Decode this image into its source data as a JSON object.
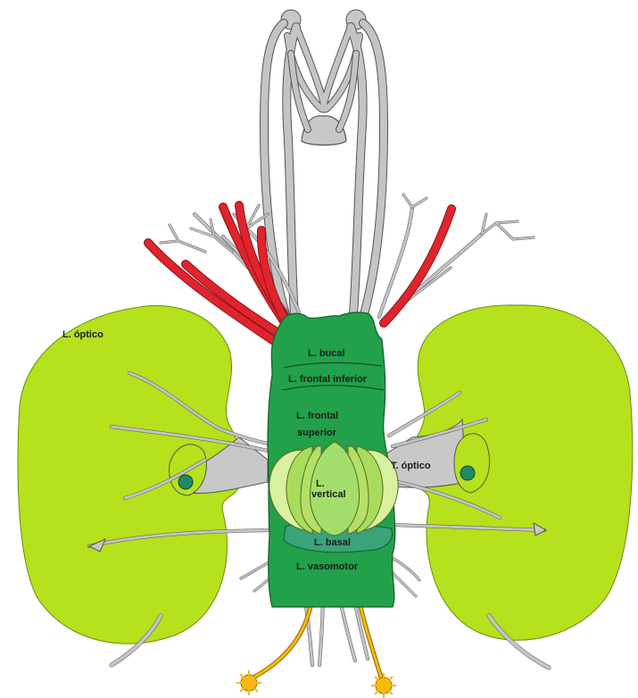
{
  "labels": {
    "optic_lobe": "L. óptico",
    "buccal": "L. bucal",
    "inferior_frontal": "L. frontal inferior",
    "superior_frontal_line1": "L. frontal",
    "superior_frontal_line2": "superior",
    "optic_tract": "T. óptico",
    "vertical_line1": "L.",
    "vertical_line2": "vertical",
    "basal": "L. basal",
    "vasomotor": "L. vasomotor"
  },
  "colors": {
    "optic_lobe": "#b5e21c",
    "brain": "#22a04a",
    "brain_dark": "#1e8f42",
    "basal": "#3aa37a",
    "vertical_outer": "#d9f0a0",
    "vertical_mid": "#a9dc5c",
    "vertical_center": "#a4de6a",
    "nerve": "#c4c4c4",
    "artery": "#e0242e",
    "artery_dark": "#8a1418",
    "ganglion": "#f6b90f",
    "optic_gland": "#1e8a63"
  }
}
